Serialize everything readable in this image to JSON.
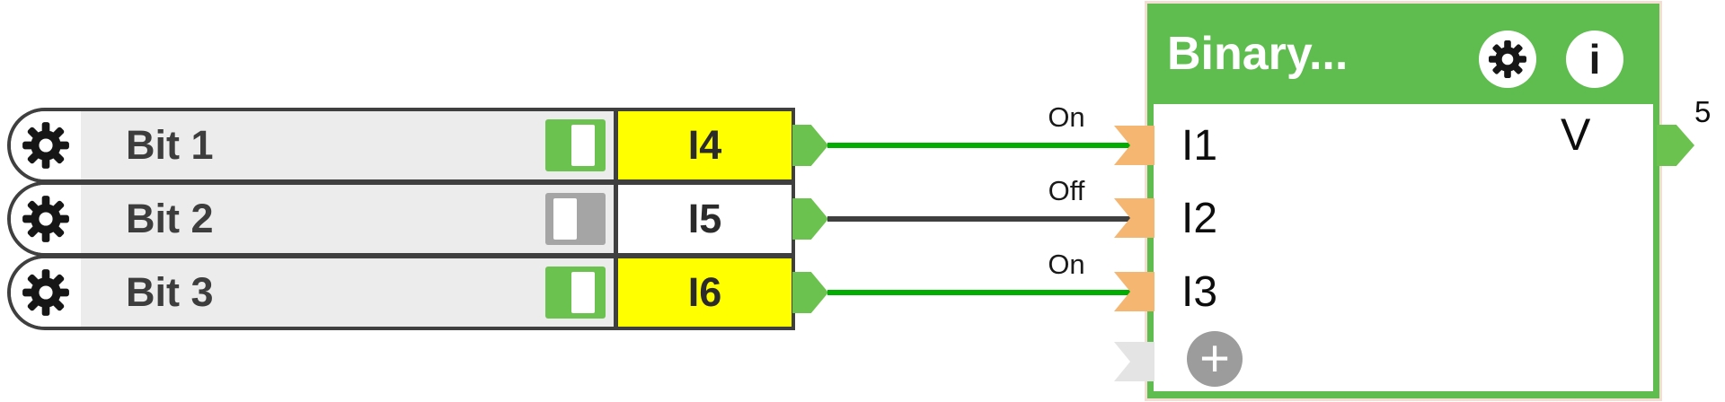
{
  "input_blocks": [
    {
      "label": "Bit 1",
      "terminal": "I4",
      "toggle": "on",
      "state": "On",
      "box_bg": "#ffff00",
      "wire_color": "#00ad00"
    },
    {
      "label": "Bit 2",
      "terminal": "I5",
      "toggle": "off",
      "state": "Off",
      "box_bg": "#ffffff",
      "wire_color": "#3f3f3f"
    },
    {
      "label": "Bit 3",
      "terminal": "I6",
      "toggle": "on",
      "state": "On",
      "box_bg": "#ffff00",
      "wire_color": "#00ad00"
    }
  ],
  "function_block": {
    "title": "Binary...",
    "inputs": [
      {
        "label": "I1"
      },
      {
        "label": "I2"
      },
      {
        "label": "I3"
      }
    ],
    "output": {
      "label": "V",
      "value": "5"
    },
    "info_glyph": "i",
    "add_glyph": "+"
  },
  "colors": {
    "row_border": "#3f3f3f",
    "row_bg": "#ececec",
    "active_yellow": "#ffff00",
    "toggle_on": "#6cc24e",
    "toggle_off": "#a5a5a5",
    "wire_on": "#00ad00",
    "wire_off": "#3f3f3f",
    "block_green": "#5fbc4e",
    "pin_green": "#6cc24e",
    "pin_orange": "#f5b671",
    "pin_idle_gray": "#e4e4e4",
    "add_button_gray": "#9c9c9c"
  }
}
